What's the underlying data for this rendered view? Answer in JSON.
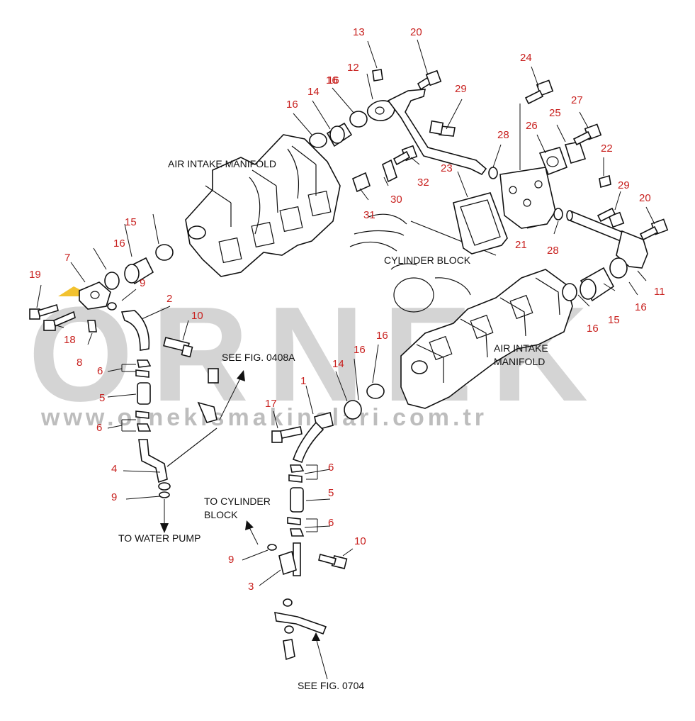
{
  "watermark": {
    "brand": "ORNEK",
    "url": "www.ornekismakinalari.com.tr",
    "colors": {
      "brand": "#d4d4d4",
      "url": "#bdbdbd",
      "accent": "#f2c230"
    }
  },
  "colors": {
    "part_numbers": "#c8201e",
    "labels": "#111111",
    "lines": "#111111"
  },
  "labels": {
    "air_intake_left": "AIR INTAKE MANIFOLD",
    "air_intake_right_1": "AIR INTAKE",
    "air_intake_right_2": "MANIFOLD",
    "cylinder_block": "CYLINDER BLOCK",
    "see_fig_0408a": "SEE FIG. 0408A",
    "to_cylinder_block_1": "TO CYLINDER",
    "to_cylinder_block_2": "BLOCK",
    "to_water_pump": "TO WATER PUMP",
    "see_fig_0704": "SEE FIG. 0704"
  },
  "callouts": [
    {
      "n": "13"
    },
    {
      "n": "20"
    },
    {
      "n": "12"
    },
    {
      "n": "16"
    },
    {
      "n": "14"
    },
    {
      "n": "16"
    },
    {
      "n": "29"
    },
    {
      "n": "24"
    },
    {
      "n": "27"
    },
    {
      "n": "25"
    },
    {
      "n": "26"
    },
    {
      "n": "28"
    },
    {
      "n": "22"
    },
    {
      "n": "23"
    },
    {
      "n": "32"
    },
    {
      "n": "30"
    },
    {
      "n": "31"
    },
    {
      "n": "29"
    },
    {
      "n": "20"
    },
    {
      "n": "21"
    },
    {
      "n": "28"
    },
    {
      "n": "16"
    },
    {
      "n": "15"
    },
    {
      "n": "16"
    },
    {
      "n": "7"
    },
    {
      "n": "19"
    },
    {
      "n": "9"
    },
    {
      "n": "2"
    },
    {
      "n": "18"
    },
    {
      "n": "8"
    },
    {
      "n": "10"
    },
    {
      "n": "6"
    },
    {
      "n": "5"
    },
    {
      "n": "6"
    },
    {
      "n": "4"
    },
    {
      "n": "9"
    },
    {
      "n": "11"
    },
    {
      "n": "16"
    },
    {
      "n": "15"
    },
    {
      "n": "16"
    },
    {
      "n": "16"
    },
    {
      "n": "14"
    },
    {
      "n": "16"
    },
    {
      "n": "1"
    },
    {
      "n": "17"
    },
    {
      "n": "6"
    },
    {
      "n": "5"
    },
    {
      "n": "6"
    },
    {
      "n": "10"
    },
    {
      "n": "9"
    },
    {
      "n": "3"
    }
  ]
}
